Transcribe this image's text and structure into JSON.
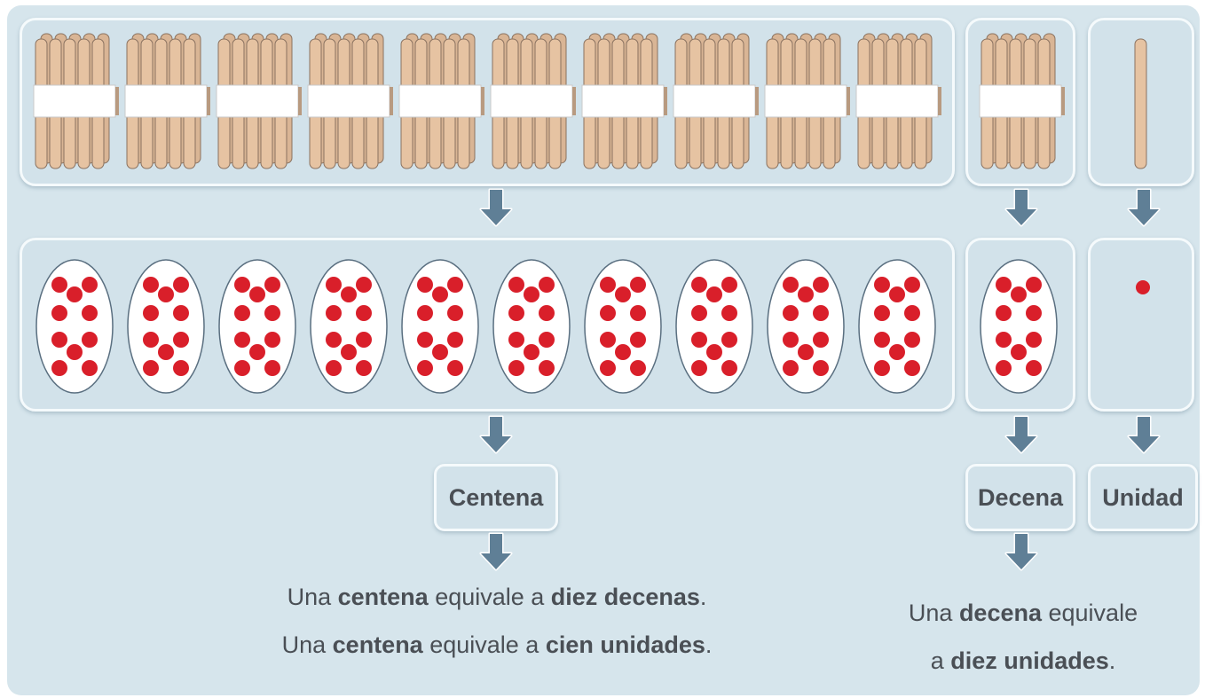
{
  "colors": {
    "background": "#d6e5ec",
    "panel": "#d2e2ea",
    "panel_border": "#f5fafc",
    "stick": "#e6c3a2",
    "stick_edge": "#8a7260",
    "band": "#ffffff",
    "dot": "#d91f2a",
    "arrow": "#5f7f96",
    "text": "#4a4f55"
  },
  "icons": {
    "stick_bundle": "bundle-of-ten-sticks-icon",
    "single_stick": "single-stick-icon",
    "dot_group": "ten-dots-oval-icon",
    "single_dot": "single-dot-icon",
    "arrow": "arrow-down-icon"
  },
  "counts": {
    "centena_bundles": 10,
    "decena_bundles": 1,
    "unidad_sticks": 1,
    "dots_per_group": 10
  },
  "labels": {
    "centena": "Centena",
    "decena": "Decena",
    "unidad": "Unidad"
  },
  "statements": {
    "centena_line1": {
      "p1": "Una ",
      "b1": "centena",
      "p2": " equivale a ",
      "b2": "diez decenas",
      "p3": "."
    },
    "centena_line2": {
      "p1": "Una ",
      "b1": "centena",
      "p2": " equivale a ",
      "b2": "cien unidades",
      "p3": "."
    },
    "decena_line1": {
      "p1": "Una ",
      "b1": "decena",
      "p2": " equivale"
    },
    "decena_line2": {
      "p1": "a ",
      "b1": "diez unidades",
      "p2": "."
    }
  }
}
